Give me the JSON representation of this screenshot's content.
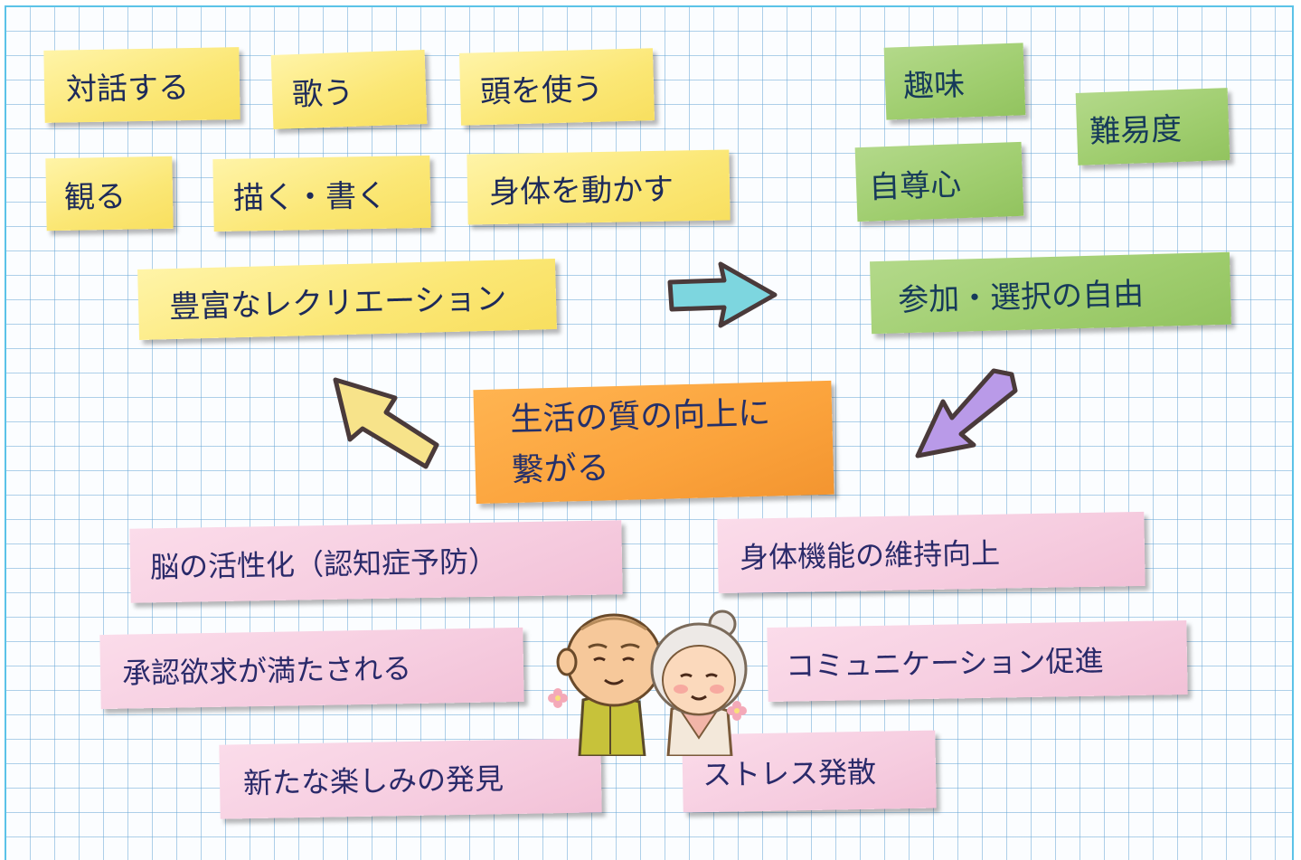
{
  "activities": [
    "対話する",
    "歌う",
    "頭を使う",
    "観る",
    "描く・書く",
    "身体を動かす"
  ],
  "main_label": "豊富なレクリエーション",
  "factors": [
    "趣味",
    "難易度",
    "自尊心",
    "参加・選択の自由"
  ],
  "center": {
    "line1": "生活の質の向上に",
    "line2": "繋がる"
  },
  "benefits": [
    "脳の活性化（認知症予防）",
    "身体機能の維持向上",
    "承認欲求が満たされる",
    "コミュニケーション促進",
    "新たな楽しみの発見",
    "ストレス発散"
  ],
  "colors": {
    "yellow_note": "#fbe775",
    "green_note": "#9fcd6e",
    "pink_note": "#f6cde0",
    "orange_note": "#fba33c",
    "arrow_right": "#7dd6df",
    "arrow_down_left": "#b99ae8",
    "arrow_up_left": "#f7e38a",
    "grid": "#6eaad7"
  },
  "icons": [
    "arrow-right-icon",
    "arrow-down-left-icon",
    "arrow-up-left-icon",
    "elderly-couple-icon",
    "flower-icon"
  ]
}
